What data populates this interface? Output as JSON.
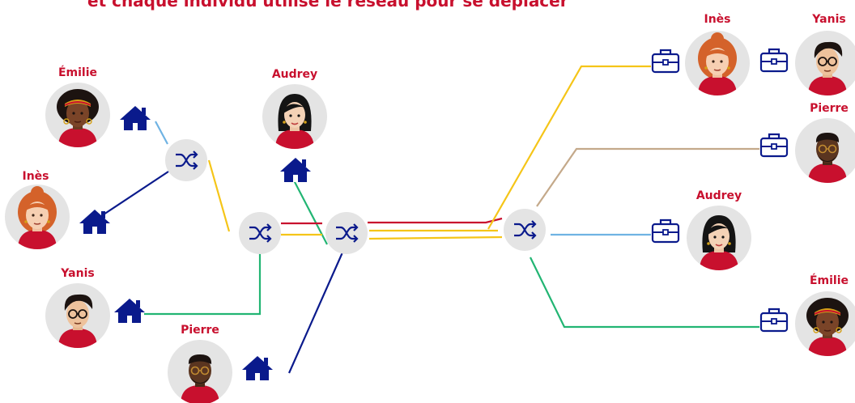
{
  "heading": "et chaque individu utilise le réseau pour se déplacer",
  "colors": {
    "accent_red": "#c8102e",
    "navy": "#0a1a8c",
    "yellow": "#f5c518",
    "light_blue": "#6fb3e3",
    "green": "#22b573",
    "tan": "#c4a98a",
    "red_line": "#c8102e",
    "hub_fill": "#e4e4e4",
    "avatar_bg": "#e4e4e4",
    "icon_home": "#0a1a8c",
    "icon_work": "#0a1a8c"
  },
  "people_home": [
    {
      "name": "Émilie"
    },
    {
      "name": "Inès"
    },
    {
      "name": "Yanis"
    },
    {
      "name": "Pierre"
    },
    {
      "name": "Audrey"
    }
  ],
  "people_work": [
    {
      "name": "Inès"
    },
    {
      "name": "Yanis"
    },
    {
      "name": "Pierre"
    },
    {
      "name": "Audrey"
    },
    {
      "name": "Émilie"
    }
  ],
  "icons": {
    "home": "house-icon",
    "work": "briefcase-icon",
    "hub": "shuffle-icon"
  }
}
